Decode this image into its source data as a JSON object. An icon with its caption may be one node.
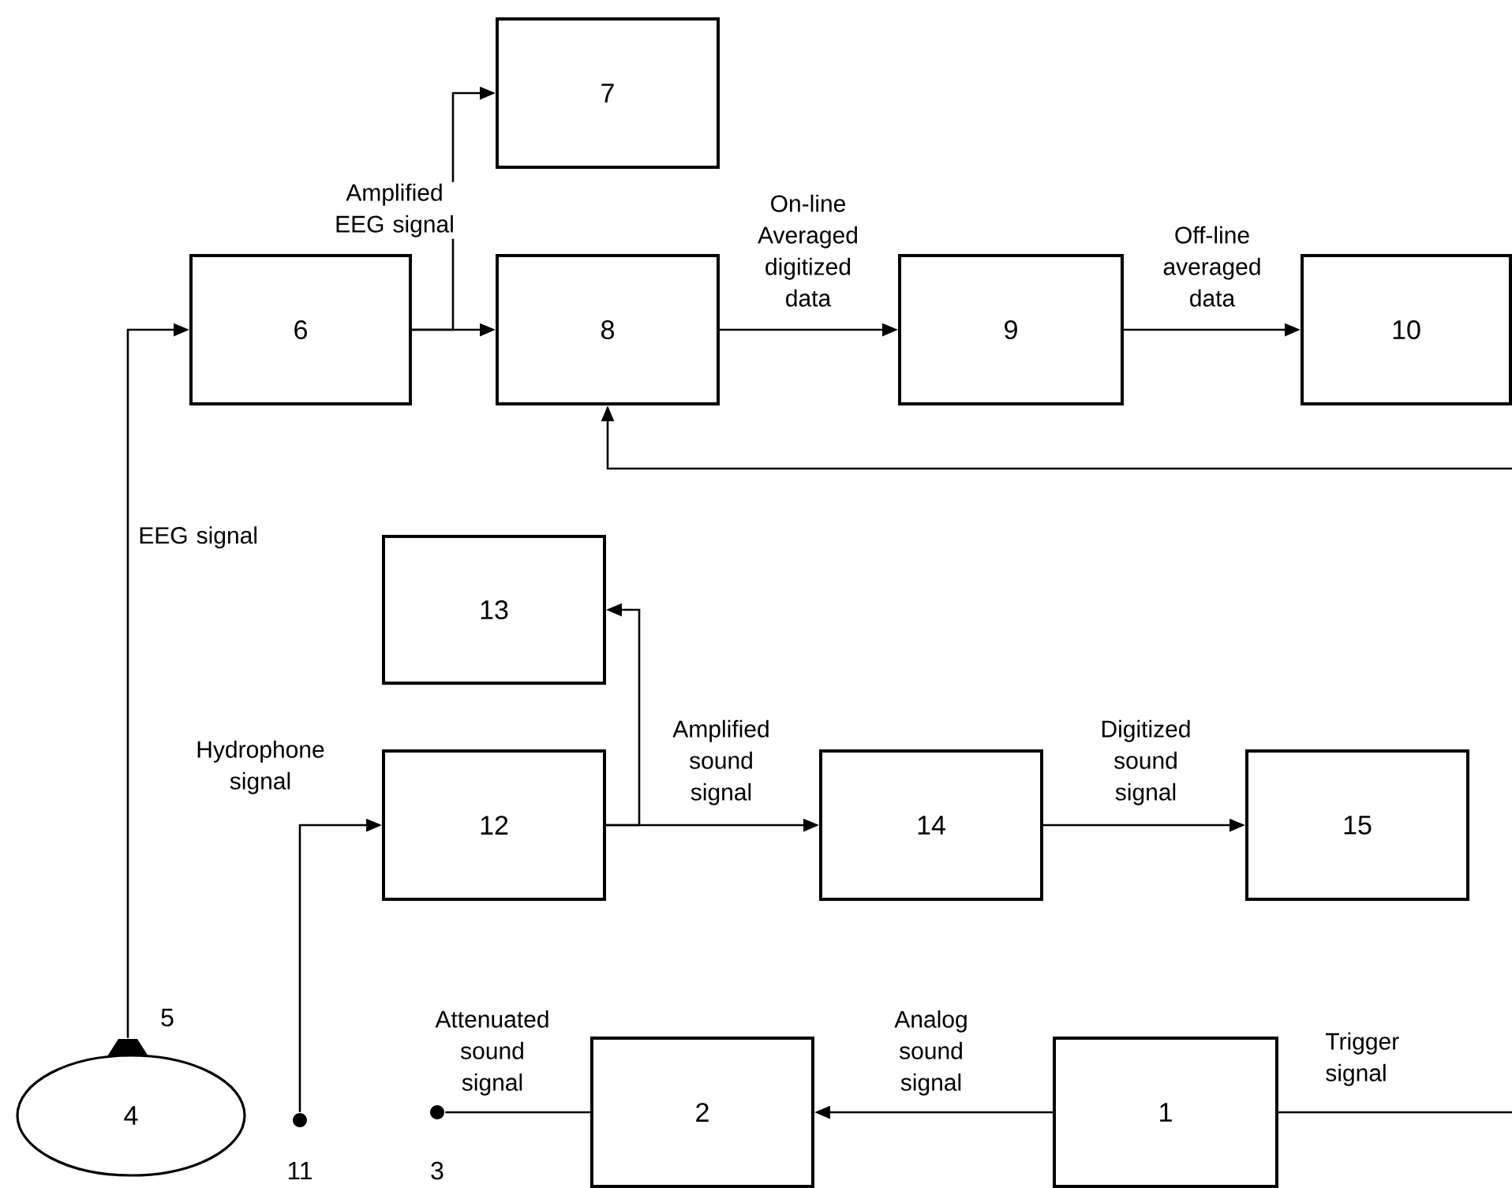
{
  "diagram": {
    "nodes": [
      {
        "text": [
          "6"
        ]
      },
      {
        "text": [
          "7"
        ]
      },
      {
        "text": [
          "8"
        ]
      },
      {
        "text": [
          "9"
        ]
      },
      {
        "text": [
          "10"
        ]
      },
      {
        "text": [
          "13"
        ]
      },
      {
        "text": [
          "12"
        ]
      },
      {
        "text": [
          "14"
        ]
      },
      {
        "text": [
          "15"
        ]
      },
      {
        "text": [
          "2"
        ]
      },
      {
        "text": [
          "1"
        ]
      },
      {
        "text": [
          "4"
        ]
      },
      {
        "text": [],
        "shape": "trapezoid",
        "beside": [
          "5"
        ]
      },
      {
        "text": [],
        "shape": "circle",
        "beside": [
          "11"
        ]
      },
      {
        "text": [],
        "shape": "circle",
        "beside": [
          "3"
        ]
      }
    ],
    "edges": [
      {
        "from": 0,
        "to": 1,
        "arrow": "to",
        "label": "Amplified EEG signal"
      },
      {
        "from": 0,
        "to": 2,
        "arrow": "to"
      },
      {
        "from": 2,
        "to": 3,
        "arrow": "to",
        "label": "On-line Averaged digitized data"
      },
      {
        "from": 3,
        "to": 4,
        "arrow": "to",
        "label": "Off-line averaged data"
      },
      {
        "from": null,
        "to": 2,
        "arrow": "to"
      },
      {
        "from": 6,
        "to": 5,
        "arrow": "to"
      },
      {
        "from": 6,
        "to": 7,
        "arrow": "to",
        "label": "Amplified sound signal"
      },
      {
        "from": 7,
        "to": 8,
        "arrow": "to",
        "label": "Digitized sound signal"
      },
      {
        "from": 10,
        "to": 9,
        "arrow": "to",
        "label": "Analog sound signal"
      },
      {
        "from": 10,
        "to": null,
        "arrow": "none",
        "label": "Trigger signal"
      },
      {
        "from": 12,
        "to": 0,
        "arrow": "to",
        "label": "EEG signal"
      },
      {
        "from": 13,
        "to": 6,
        "arrow": "to",
        "label": "Hydrophone signal"
      },
      {
        "from": 9,
        "to": 14,
        "arrow": "none",
        "label": "Attenuated sound signal"
      }
    ]
  }
}
